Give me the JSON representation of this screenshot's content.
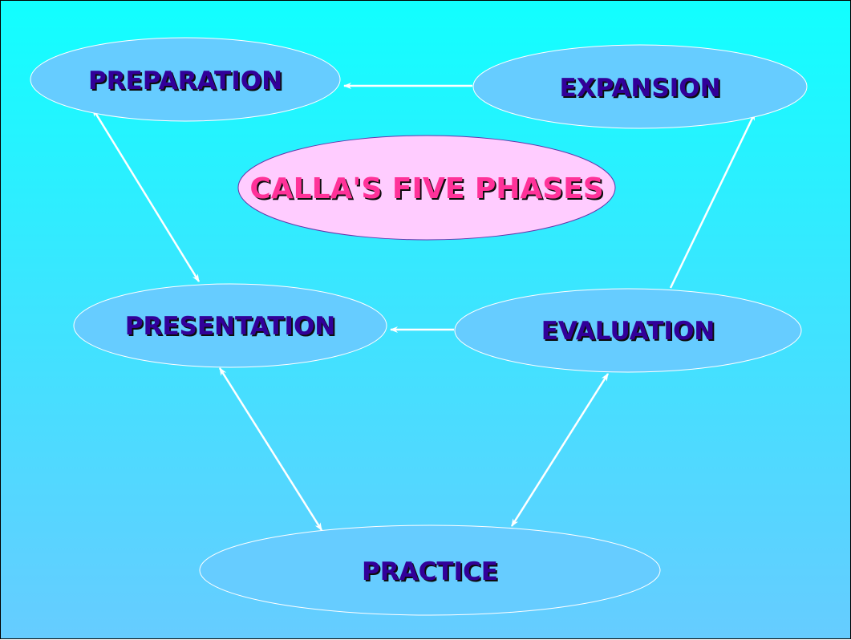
{
  "title": "CALLA'S FIVE PHASES",
  "phases": {
    "preparation": "PREPARATION",
    "expansion": "EXPANSION",
    "presentation": "PRESENTATION",
    "evaluation": "EVALUATION",
    "practice": "PRACTICE"
  },
  "colors": {
    "background_top": "#11ffff",
    "background_bottom": "#66ccff",
    "node_fill": "#66ccff",
    "title_fill": "#ffccff",
    "title_text": "#ff3399",
    "label_text": "#330099"
  }
}
